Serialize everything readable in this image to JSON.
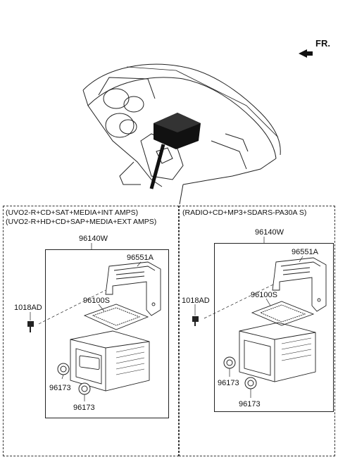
{
  "direction_label": "FR.",
  "left_panel": {
    "headers": [
      "(UVO2-R+CD+SAT+MEDIA+INT AMPS)",
      "(UVO2-R+HD+CD+SAP+MEDIA+EXT AMPS)"
    ],
    "assembly_part": "96140W",
    "bracket_part": "96551A",
    "unit_part": "96100S",
    "screw_part": "1018AD",
    "knob_part_a": "96173",
    "knob_part_b": "96173"
  },
  "right_panel": {
    "headers": [
      "(RADIO+CD+MP3+SDARS-PA30A S)"
    ],
    "assembly_part": "96140W",
    "bracket_part": "96551A",
    "unit_part": "96100S",
    "screw_part": "1018AD",
    "knob_part_a": "96173",
    "knob_part_b": "96173"
  }
}
